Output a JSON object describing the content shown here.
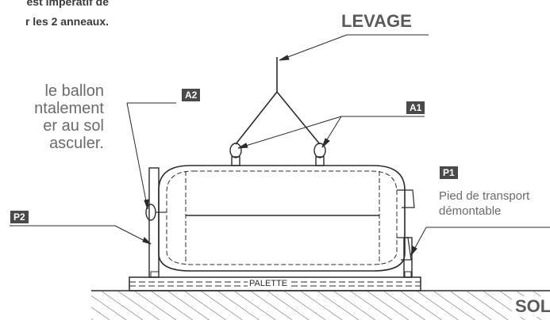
{
  "notes": {
    "top_line1": "est impératif de",
    "top_line2": "r les 2 anneaux.",
    "side_line1": "le ballon",
    "side_line2": "ntalement",
    "side_line3": "er au sol",
    "side_line4": "asculer."
  },
  "labels": {
    "levage": "LEVAGE",
    "sol": "SOL",
    "palette": "PALETTE",
    "pied_line1": "Pied de transport",
    "pied_line2": "démontable"
  },
  "tags": {
    "a1": "A1",
    "a2": "A2",
    "p1": "P1",
    "p2": "P2"
  },
  "colors": {
    "ink": "#2b2b2b",
    "tag_bg": "#4a4a4a",
    "text_gray": "#6b6b6b"
  }
}
